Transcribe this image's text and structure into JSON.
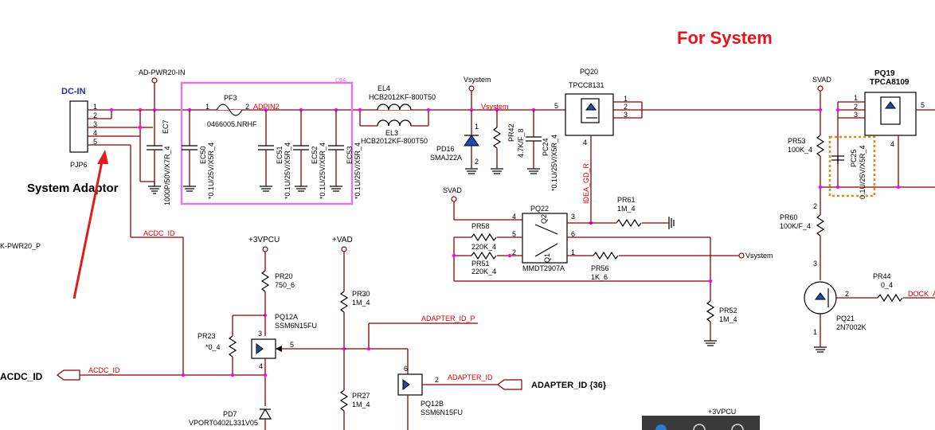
{
  "header": {
    "title": "For System"
  },
  "annotation": {
    "label": "System Adaptor"
  },
  "connector": {
    "title": "DC-IN",
    "ref": "PJP6",
    "pins": [
      "1",
      "2",
      "3",
      "4",
      "5"
    ]
  },
  "nets": {
    "ad_pwr20_in": "AD-PWR20-IN",
    "adpin2": "ADPIN2",
    "vsystem_top": "Vsystem",
    "vsystem_net": "Vsystem",
    "vsystem_out": "Vsystem",
    "svad_top": "SVAD",
    "svad_mid": "SVAD",
    "acdc_id_net": "ACDC_ID",
    "acdc_id_port": "ACDC_ID",
    "acdc_id_port_net": "ACDC_ID",
    "adapter_id_p": "ADAPTER_ID_P",
    "adapter_id_net": "ADAPTER_ID",
    "adapter_id_port": "ADAPTER_ID {36}",
    "k_pwr20_p": "K-PWR20_P",
    "vpcu_1": "+3VPCU",
    "vpcu_2": "+3VPCU",
    "vad": "+VAD",
    "idea_gd_r": "IDEA_GD_R",
    "dock": "DOCK_A"
  },
  "components": {
    "ec7": {
      "ref": "EC7",
      "value": "1000P/50V/X7R_4"
    },
    "ec50": {
      "ref": "EC50",
      "value": "*0.1U/25V/X5R_4"
    },
    "ec51": {
      "ref": "EC51",
      "value": "*0.1U/25V/X5R_4"
    },
    "ec52": {
      "ref": "EC52",
      "value": "*0.1U/25V/X5R_4"
    },
    "ec53": {
      "ref": "EC53",
      "value": "*0.1U/25V/X5R_4"
    },
    "pf3": {
      "ref": "PF3",
      "value": "0466005.NRHF",
      "pin1": "1",
      "pin2": "2"
    },
    "box_tag": "C9A",
    "el4": {
      "ref": "EL4",
      "value": "HCB2012KF-800T50"
    },
    "el3": {
      "ref": "EL3",
      "value": "HCB2012KF-800T50"
    },
    "pd16": {
      "ref": "PD16",
      "value": "SMAJ22A",
      "pin1": "1",
      "pin2": "2"
    },
    "pr42": {
      "ref": "PR42",
      "value": "4.7K/F_8"
    },
    "pc24": {
      "ref": "PC24",
      "value": "*0.1U/25V/X5R_4"
    },
    "pq20": {
      "ref": "PQ20",
      "value": "TPCC8131",
      "pins": [
        "5",
        "1",
        "2",
        "3",
        "4"
      ]
    },
    "pq19": {
      "ref": "PQ19",
      "value": "TPCA8109",
      "pins": [
        "1",
        "2",
        "3",
        "5",
        "4"
      ]
    },
    "pr53": {
      "ref": "PR53",
      "value": "100K_4"
    },
    "pc25": {
      "ref": "PC25",
      "value": "0.1U/25V/X5R_4"
    },
    "pr60": {
      "ref": "PR60",
      "value": "100K/F_4",
      "pins": [
        "2",
        "3"
      ]
    },
    "pq21": {
      "ref": "PQ21",
      "value": "2N7002K",
      "pins": [
        "2",
        "1"
      ]
    },
    "pr44": {
      "ref": "PR44",
      "value": "0_4"
    },
    "pr61": {
      "ref": "PR61",
      "value": "1M_4"
    },
    "pq22": {
      "ref": "PQ22",
      "value": "MMDT2907A",
      "pins": [
        "4",
        "5",
        "2",
        "3",
        "6",
        "1"
      ],
      "q2": "Q2",
      "q1": "Q1"
    },
    "pr58": {
      "ref": "PR58",
      "value": "220K_4"
    },
    "pr51": {
      "ref": "PR51",
      "value": "220K_4"
    },
    "pr56": {
      "ref": "PR56",
      "value": "1K_6"
    },
    "pr52": {
      "ref": "PR52",
      "value": "1M_4"
    },
    "pr20": {
      "ref": "PR20",
      "value": "750_6"
    },
    "pq12a": {
      "ref": "PQ12A",
      "value": "SSM6N15FU",
      "pins": [
        "3",
        "5",
        "4"
      ]
    },
    "pr23": {
      "ref": "PR23",
      "value": "*0_4"
    },
    "pd7": {
      "ref": "PD7",
      "value": "VPORT0402L331V05"
    },
    "pr30": {
      "ref": "PR30",
      "value": "1M_4"
    },
    "pr27": {
      "ref": "PR27",
      "value": "1M_4"
    },
    "pq12b": {
      "ref": "PQ12B",
      "value": "SSM6N15FU",
      "pins": [
        "6",
        "2"
      ]
    }
  },
  "colors": {
    "wire": "#8b0000",
    "junction": "#ff00ff",
    "title": "#e8141c",
    "netlabel": "#d40000",
    "highlight_box": "#e07be0",
    "dashed_box": "#e08a1e",
    "arrow": "#e41b1b"
  }
}
